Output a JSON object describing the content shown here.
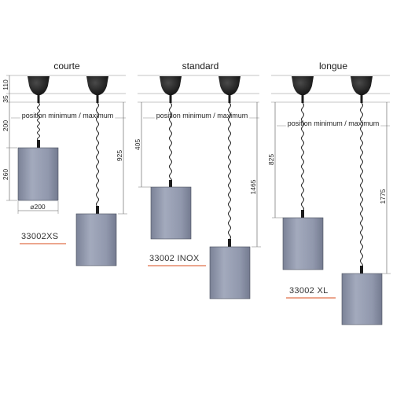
{
  "groups": [
    {
      "title": "courte",
      "position_label": "position minimum / maximum",
      "product_code": "33002XS",
      "drop_min": "200",
      "drop_max": "925",
      "shade_height": "260",
      "shade_diameter": "⌀200"
    },
    {
      "title": "standard",
      "position_label": "position minimum / maximum",
      "product_code": "33002 INOX",
      "drop_min": "405",
      "drop_max": "1465"
    },
    {
      "title": "longue",
      "position_label": "position minimum / maximum",
      "product_code": "33002 XL",
      "drop_min": "825",
      "drop_max": "1775"
    }
  ],
  "dimensions": {
    "canopy_height": "110",
    "canopy_gap": "35"
  },
  "colors": {
    "shade": "#8f96ab",
    "canopy": "#1c1c1c",
    "code_underline": "#e0704a"
  }
}
